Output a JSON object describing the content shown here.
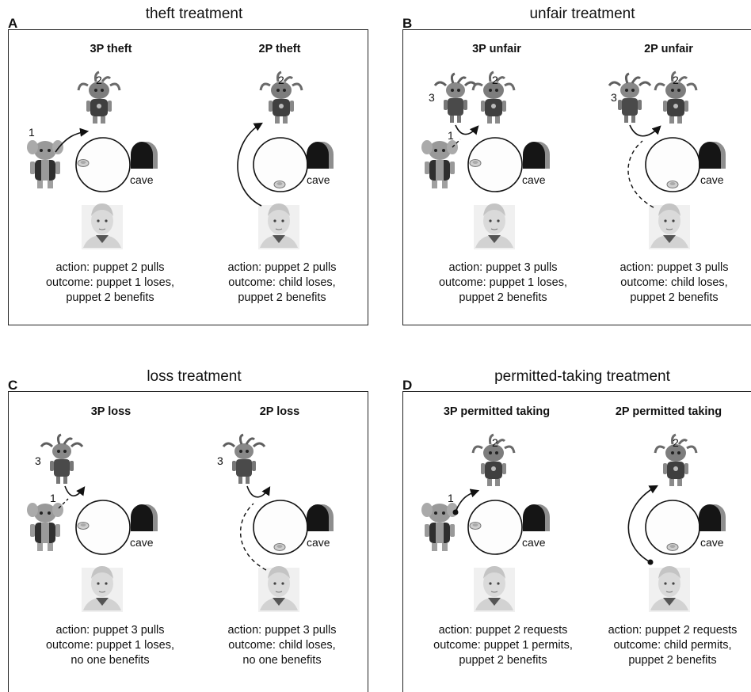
{
  "panels": [
    {
      "letter": "A",
      "title": "theft treatment",
      "left": {
        "subtitle": "3P theft",
        "numbers": [
          "2",
          "1"
        ],
        "cave": "cave",
        "caption": [
          "action: puppet 2 pulls",
          "outcome: puppet 1 loses,",
          "puppet 2 benefits"
        ]
      },
      "right": {
        "subtitle": "2P theft",
        "numbers": [
          "2"
        ],
        "cave": "cave",
        "caption": [
          "action: puppet 2 pulls",
          "outcome: child loses,",
          "puppet 2 benefits"
        ]
      }
    },
    {
      "letter": "B",
      "title": "unfair treatment",
      "left": {
        "subtitle": "3P unfair",
        "numbers": [
          "3",
          "2",
          "1"
        ],
        "cave": "cave",
        "caption": [
          "action: puppet 3 pulls",
          "outcome: puppet 1 loses,",
          "puppet 2 benefits"
        ]
      },
      "right": {
        "subtitle": "2P unfair",
        "numbers": [
          "3",
          "2"
        ],
        "cave": "cave",
        "caption": [
          "action: puppet 3 pulls",
          "outcome: child loses,",
          "puppet 2 benefits"
        ]
      }
    },
    {
      "letter": "C",
      "title": "loss treatment",
      "left": {
        "subtitle": "3P loss",
        "numbers": [
          "3",
          "1"
        ],
        "cave": "cave",
        "caption": [
          "action: puppet 3 pulls",
          "outcome: puppet 1 loses,",
          "no one benefits"
        ]
      },
      "right": {
        "subtitle": "2P loss",
        "numbers": [
          "3"
        ],
        "cave": "cave",
        "caption": [
          "action: puppet 3 pulls",
          "outcome: child loses,",
          "no one benefits"
        ]
      }
    },
    {
      "letter": "D",
      "title": "permitted-taking treatment",
      "left": {
        "subtitle": "3P permitted taking",
        "numbers": [
          "2",
          "1"
        ],
        "cave": "cave",
        "caption": [
          "action: puppet 2 requests",
          "outcome: puppet 1 permits,",
          "puppet 2 benefits"
        ]
      },
      "right": {
        "subtitle": "2P permitted taking",
        "numbers": [
          "2"
        ],
        "cave": "cave",
        "caption": [
          "action: puppet 2 requests",
          "outcome: child permits,",
          "puppet 2 benefits"
        ]
      }
    }
  ]
}
